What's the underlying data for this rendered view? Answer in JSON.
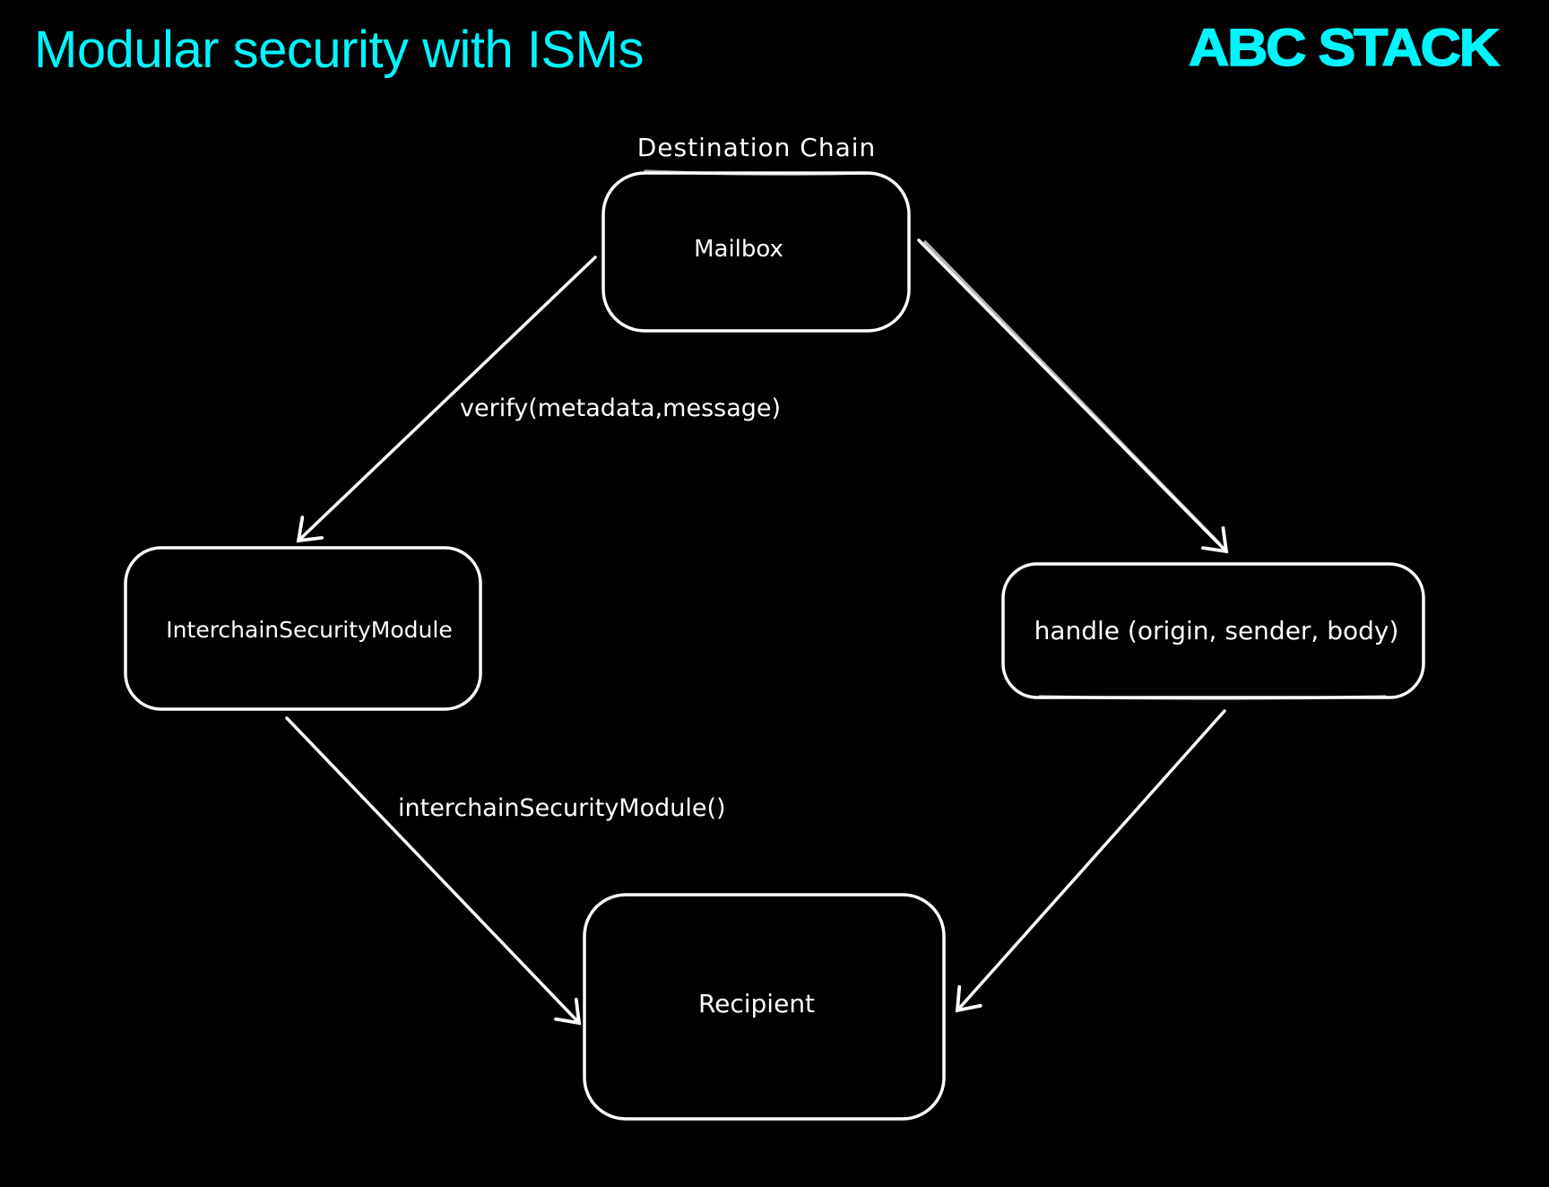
{
  "header": {
    "title": "Modular security with ISMs",
    "brand": "ABC STACK",
    "accent_color": "#00f5ff"
  },
  "diagram": {
    "group_label": "Destination Chain",
    "nodes": {
      "mailbox": "Mailbox",
      "ism": "InterchainSecurityModule",
      "handle": "handle (origin, sender, body)",
      "recipient": "Recipient"
    },
    "edges": [
      {
        "from": "Mailbox",
        "to": "InterchainSecurityModule",
        "label": "verify(metadata,message)"
      },
      {
        "from": "Mailbox",
        "to": "handle (origin, sender, body)",
        "label": ""
      },
      {
        "from": "InterchainSecurityModule",
        "to": "Recipient",
        "label": "interchainSecurityModule()"
      },
      {
        "from": "handle (origin, sender, body)",
        "to": "Recipient",
        "label": ""
      }
    ],
    "edge_labels": {
      "verify": "verify(metadata,message)",
      "ism_getter": "interchainSecurityModule()"
    },
    "line_color": "#ffffff",
    "background": "#000000"
  }
}
